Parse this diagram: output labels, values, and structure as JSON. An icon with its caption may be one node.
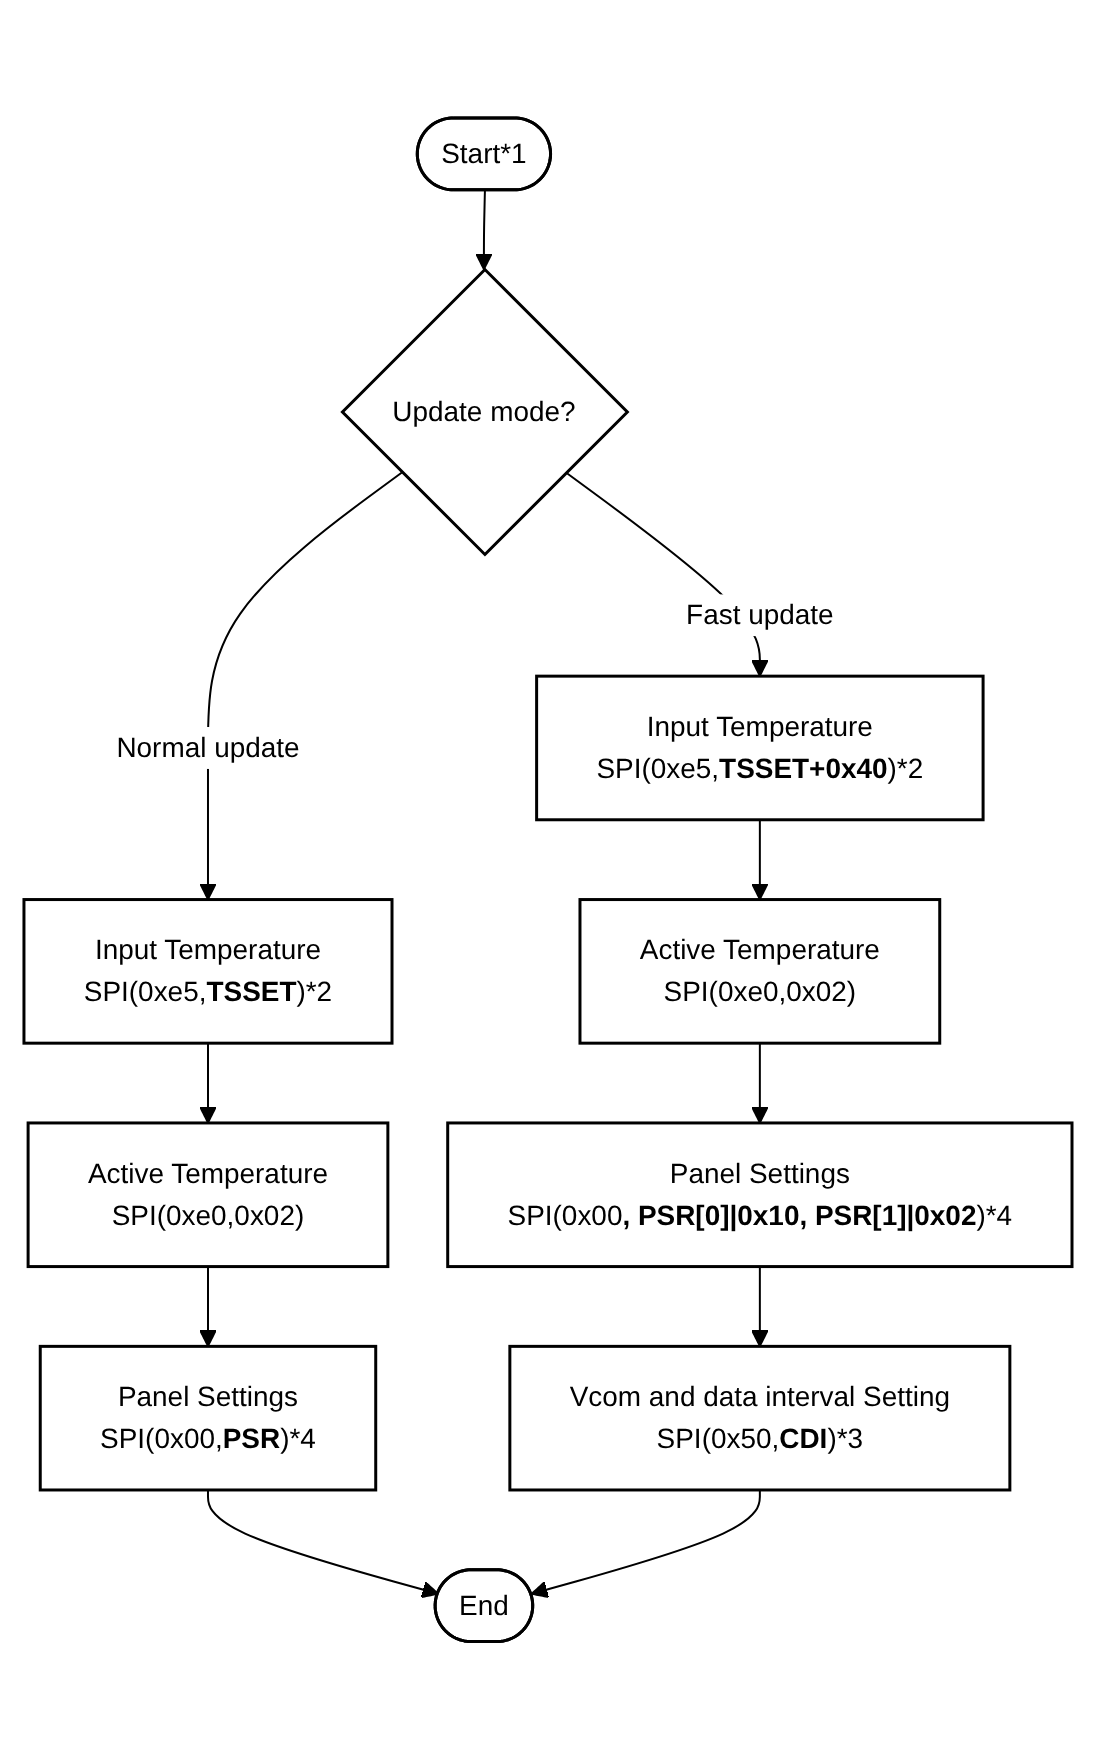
{
  "diagram": {
    "nodes": [
      {
        "text": [
          "Start*1"
        ]
      },
      {
        "text": [
          "Update mode?"
        ]
      },
      {
        "text": [
          "Input Temperature",
          "SPI(0xe5,**TSSET**)*2"
        ]
      },
      {
        "text": [
          "Active Temperature",
          "SPI(0xe0,0x02)"
        ]
      },
      {
        "text": [
          "Panel Settings",
          "SPI(0x00,**PSR**)*4"
        ]
      },
      {
        "text": [
          "Input Temperature",
          "SPI(0xe5,**TSSET+0x40**)*2"
        ]
      },
      {
        "text": [
          "Active Temperature",
          "SPI(0xe0,0x02)"
        ]
      },
      {
        "text": [
          "Panel Settings",
          "SPI(0x00**, PSR[0]|0x10, PSR[1]|0x02**)*4"
        ]
      },
      {
        "text": [
          "Vcom and data interval Setting",
          "SPI(0x50,**CDI**)*3"
        ]
      },
      {
        "text": [
          "End"
        ]
      }
    ],
    "edges": [
      {
        "from": 0,
        "to": 1,
        "arrow": "to"
      },
      {
        "from": 1,
        "to": 2,
        "label": "Normal update",
        "arrow": "to"
      },
      {
        "from": 1,
        "to": 5,
        "label": "Fast update",
        "arrow": "to"
      },
      {
        "from": 2,
        "to": 3,
        "arrow": "to"
      },
      {
        "from": 3,
        "to": 4,
        "arrow": "to"
      },
      {
        "from": 4,
        "to": 9,
        "arrow": "to"
      },
      {
        "from": 5,
        "to": 6,
        "arrow": "to"
      },
      {
        "from": 6,
        "to": 7,
        "arrow": "to"
      },
      {
        "from": 7,
        "to": 8,
        "arrow": "to"
      },
      {
        "from": 8,
        "to": 9,
        "arrow": "to"
      }
    ]
  }
}
